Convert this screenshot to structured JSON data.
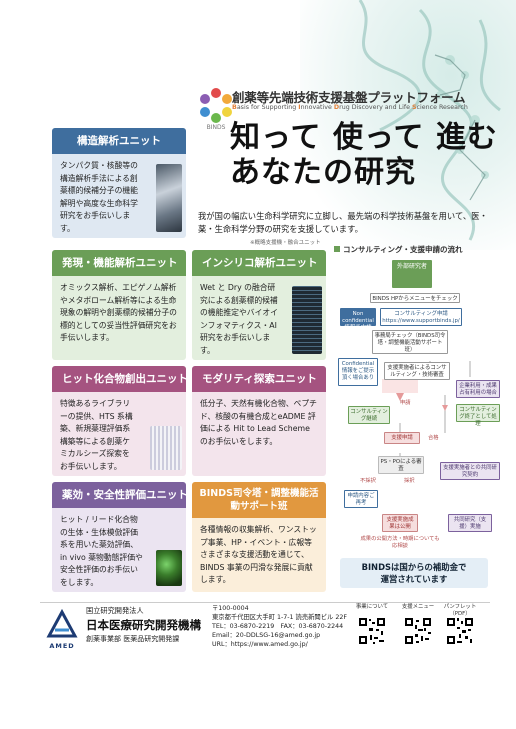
{
  "header": {
    "platform_jp": "創薬等先端技術支援基盤プラットフォーム",
    "platform_en_parts": [
      "B",
      "asis for Supporting ",
      "I",
      "nnovative ",
      "D",
      "rug Discovery and Life ",
      "S",
      "cience Research"
    ],
    "logo_caption": "BINDS",
    "headline_line1": "知って 使って 進む",
    "headline_line2": "あなたの研究",
    "intro": "我が国の幅広い生命科学研究に立脚し、最先端の科学技術基盤を用いて、医・薬・生命科学分野の研究を支援しています。",
    "intro_note": "※概略支援機・融合ユニット"
  },
  "units": {
    "struct": {
      "title": "構造解析ユニット",
      "body": "タンパク質・核酸等の構造解析手法による創薬標的候補分子の機能解明や高度な生命科学研究をお手伝いします。"
    },
    "disc": {
      "title": "発現・機能解析ユニット",
      "body": "オミックス解析、エピゲノム解析やメタボローム解析等による生命現象の解明や創薬標的候補分子の標的としての妥当性評価研究をお手伝いします。"
    },
    "insil": {
      "title": "インシリコ解析ユニット",
      "body": "Wet と Dry の融合研究による創薬標的候補の機能推定やバイオインフォマティクス・AI 研究をお手伝いします。"
    },
    "hit": {
      "title": "ヒット化合物創出ユニット",
      "body": "特徴あるライブラリーの提供、HTS 系構築、新規薬理評価系構築等による創薬ケミカルシーズ探索をお手伝いします。"
    },
    "mod": {
      "title": "モダリティ探索ユニット",
      "body": "低分子、天然有機化合物、ペプチド、核酸の有機合成とeADME 評価による Hit to Lead Scheme のお手伝いをします。"
    },
    "pharma": {
      "title": "薬効・安全性評価ユニット",
      "body": "ヒット / リード化合物の生体・生体模倣評価系を用いた薬効評価、in vivo 薬物動態評価や安全性評価のお手伝いをします。"
    },
    "binds": {
      "title": "BINDS司令塔・調整機能活動サポート班",
      "body": "各種情報の収集解析、ワンストップ事業、HP・イベント・広報等さまざまな支援活動を通じて、BINDS 事業の円滑な発展に貢献します。"
    }
  },
  "flow": {
    "title": "コンサルティング・支援申請の流れ",
    "external": "外部研究者",
    "hp": "BINDS HPからメニューをチェック",
    "nonconf": "Non confidential情報で申請",
    "consult_apply": "コンサルティング申請",
    "consult_url": "https://www.supportbinds.jp/",
    "office_check": "事務局チェック（BINDS司令塔・調整機能活動サポート班）",
    "confidential": "Confidential情報をご提示頂く場合あり",
    "consult_by_staff": "支援実施者によるコンサルティング・技術審査",
    "industry": "企業利用・成果占有利用の場合",
    "consulting": "コンサルティング継続",
    "consult_end": "コンサルティング終了として処理",
    "support_apply": "支援申請",
    "ps_po": "PS・POによる審査",
    "joint_contract": "支援実施者との共同研究契約",
    "reapply": "申請内容ご再考",
    "support_done": "支援実施成果は公開",
    "joint_done": "共同研究（支援）実施",
    "label_adopt": "採択",
    "label_reject": "不採択",
    "label_apply": "申請",
    "label_pass": "合格",
    "note_publish": "成果の公開方法・時期についても応相談",
    "support_note_line1": "BINDSは国からの補助金で",
    "support_note_line2": "運営されています"
  },
  "footer": {
    "org_type": "国立研究開発法人",
    "org_name": "日本医療研究開発機構",
    "org_dept": "創薬事業部 医薬品研究開発課",
    "logo_text": "AMED",
    "postal": "〒100-0004",
    "address": "東京都千代田区大手町 1-7-1 読売新聞ビル 22F",
    "tel_fax": "TEL：03-6870-2219　FAX：03-6870-2244",
    "email": "Email：20-DDLSG-16@amed.go.jp",
    "url": "URL：https://www.amed.go.jp/",
    "qr1_label": "事業について",
    "qr2_label": "支援メニュー",
    "qr3_label": "パンフレット（PDF）"
  },
  "colors": {
    "blue": "#3f6e9e",
    "green": "#6b9e57",
    "magenta": "#a55380",
    "purple": "#7c619d",
    "orange": "#e1983f"
  }
}
